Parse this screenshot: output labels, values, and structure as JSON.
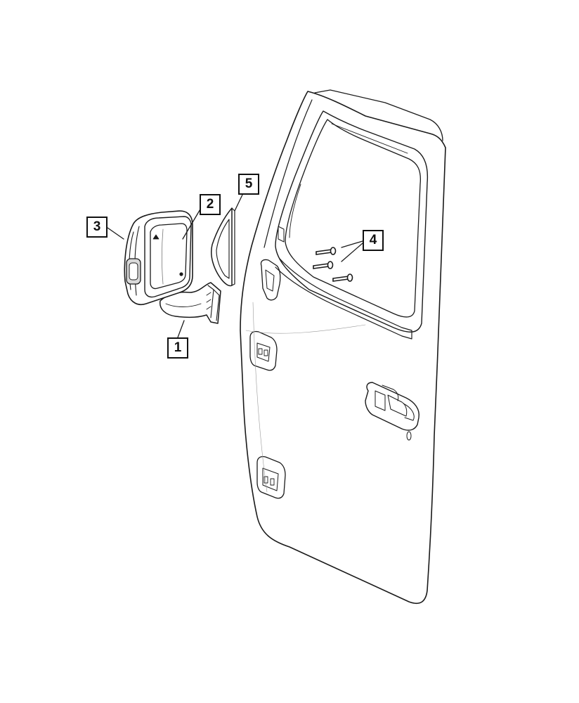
{
  "callouts": [
    {
      "id": "1",
      "label": "1",
      "part": "mirror-base"
    },
    {
      "id": "2",
      "label": "2",
      "part": "mirror-glass"
    },
    {
      "id": "3",
      "label": "3",
      "part": "mirror-housing"
    },
    {
      "id": "4",
      "label": "4",
      "part": "bolts"
    },
    {
      "id": "5",
      "label": "5",
      "part": "sail-panel-seal"
    }
  ],
  "colors": {
    "line": "#1a1a1a",
    "tone": "#d9d9d9",
    "background": "#ffffff"
  }
}
